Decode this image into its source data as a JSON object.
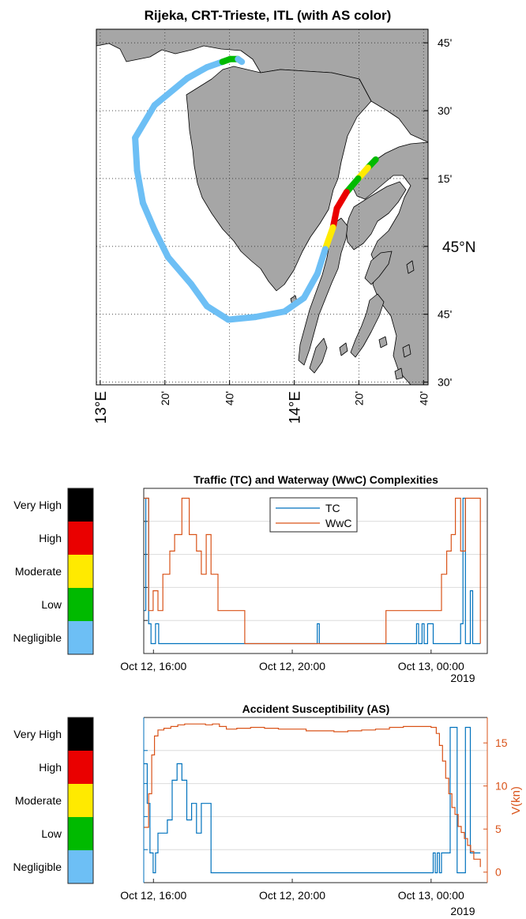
{
  "colors": {
    "tc": "#0072BD",
    "wwc": "#D95319",
    "land": "#A6A6A6",
    "sea": "#FFFFFF",
    "negligible": "#6DBFF5",
    "low": "#00BA00",
    "moderate": "#FFEA00",
    "high": "#EA0000",
    "very_high": "#000000",
    "grid": "#DCDCDC",
    "axis": "#262626"
  },
  "level_labels": [
    "Negligible",
    "Low",
    "Moderate",
    "High",
    "Very High"
  ],
  "chart_data": [
    {
      "type": "map",
      "title": "Rijeka, CRT-Trieste, ITL (with AS color)",
      "xlim": [
        12.98,
        14.69
      ],
      "ylim": [
        44.49,
        45.8
      ],
      "right_tick_labels": [
        {
          "value": 45.75,
          "label": "45'"
        },
        {
          "value": 45.5,
          "label": "30'"
        },
        {
          "value": 45.25,
          "label": "15'"
        },
        {
          "value": 45.0,
          "label": "45°N"
        },
        {
          "value": 44.75,
          "label": "45'"
        },
        {
          "value": 44.5,
          "label": "30'"
        }
      ],
      "bottom_tick_labels": [
        {
          "value": 13.0,
          "label": "13°E"
        },
        {
          "value": 13.3333,
          "label": "20'"
        },
        {
          "value": 13.6667,
          "label": "40'"
        },
        {
          "value": 14.0,
          "label": "14°E"
        },
        {
          "value": 14.3333,
          "label": "20'"
        },
        {
          "value": 14.6667,
          "label": "40'"
        }
      ],
      "route": {
        "lon": [
          14.42,
          14.38,
          14.33,
          14.27,
          14.22,
          14.2,
          14.16,
          14.12,
          14.05,
          13.95,
          13.8,
          13.66,
          13.55,
          13.47,
          13.35,
          13.28,
          13.22,
          13.19,
          13.18,
          13.28,
          13.45,
          13.55,
          13.63,
          13.67,
          13.71,
          13.73
        ],
        "lat": [
          45.32,
          45.29,
          45.25,
          45.2,
          45.14,
          45.07,
          44.99,
          44.9,
          44.81,
          44.76,
          44.74,
          44.73,
          44.78,
          44.86,
          44.96,
          45.06,
          45.16,
          45.28,
          45.4,
          45.52,
          45.62,
          45.66,
          45.68,
          45.69,
          45.69,
          45.68
        ],
        "as_level": [
          1,
          2,
          1,
          3,
          3,
          2,
          0,
          0,
          0,
          0,
          0,
          0,
          0,
          0,
          0,
          0,
          0,
          0,
          0,
          0,
          0,
          0,
          1,
          1,
          0,
          1
        ]
      }
    },
    {
      "type": "line",
      "title": "Traffic (TC) and Waterway (WwC) Complexities",
      "x_tick_labels": [
        "Oct 12, 16:00",
        "Oct 12, 20:00",
        "Oct 13, 00:00"
      ],
      "x_tick_values": [
        16,
        20,
        24
      ],
      "x_secondary_label": "2019",
      "xlim": [
        15.72,
        25.62
      ],
      "ylim": [
        0,
        5
      ],
      "legend": {
        "position": "top",
        "entries": [
          "TC",
          "WwC"
        ]
      },
      "series": [
        {
          "name": "TC",
          "x": [
            15.72,
            15.78,
            15.86,
            15.93,
            16.06,
            16.15,
            16.84,
            17.3,
            17.86,
            18.63,
            20.65,
            20.72,
            20.78,
            22.7,
            23.52,
            23.58,
            23.64,
            23.74,
            23.8,
            23.9,
            24.06,
            24.3,
            24.75,
            24.85,
            24.92,
            24.99,
            25.13,
            25.2,
            25.42
          ],
          "y": [
            1.3,
            4.7,
            0.9,
            0.3,
            0.9,
            0.3,
            0.3,
            0.3,
            0.3,
            0.3,
            0.3,
            0.9,
            0.3,
            0.3,
            0.3,
            0.9,
            0.3,
            0.9,
            0.3,
            0.9,
            0.3,
            0.3,
            0.3,
            0.9,
            4.7,
            0.3,
            1.9,
            0.3,
            0.3
          ]
        },
        {
          "name": "WwC",
          "x": [
            15.72,
            15.86,
            15.99,
            16.13,
            16.27,
            16.47,
            16.61,
            16.82,
            17.03,
            17.24,
            17.38,
            17.52,
            17.66,
            17.86,
            18.63,
            19.5,
            20.65,
            21.5,
            22.7,
            23.52,
            24.06,
            24.3,
            24.45,
            24.58,
            24.7,
            24.85,
            24.99,
            25.13,
            25.42
          ],
          "y": [
            4.7,
            1.3,
            1.9,
            1.3,
            2.4,
            3.1,
            3.6,
            4.7,
            3.6,
            3.1,
            2.4,
            3.6,
            2.4,
            1.3,
            0.3,
            0.3,
            0.3,
            0.3,
            1.3,
            1.3,
            1.3,
            2.4,
            3.1,
            3.6,
            4.7,
            3.1,
            4.7,
            4.7,
            0.3
          ]
        }
      ]
    },
    {
      "type": "line",
      "title": "Accident Susceptibility (AS)",
      "x_tick_labels": [
        "Oct 12, 16:00",
        "Oct 12, 20:00",
        "Oct 13, 00:00"
      ],
      "x_tick_values": [
        16,
        20,
        24
      ],
      "x_secondary_label": "2019",
      "xlim": [
        15.72,
        25.62
      ],
      "ylim_left": [
        0,
        5
      ],
      "ylim_right": [
        -1.22,
        17.95
      ],
      "ylabel_right": "V(kn)",
      "right_tick_values": [
        0,
        5,
        10,
        15
      ],
      "series": [
        {
          "name": "AS",
          "x": [
            15.72,
            15.82,
            15.9,
            15.99,
            16.06,
            16.13,
            16.27,
            16.4,
            16.54,
            16.68,
            16.82,
            16.96,
            17.1,
            17.24,
            17.38,
            17.52,
            17.66,
            17.86,
            18.0,
            20.0,
            22.0,
            24.06,
            24.12,
            24.18,
            24.24,
            24.3,
            24.38,
            24.55,
            24.75,
            24.99,
            25.13,
            25.2,
            25.42
          ],
          "y": [
            3.6,
            2.4,
            0.9,
            0.3,
            0.9,
            1.5,
            1.5,
            1.9,
            3.1,
            3.6,
            3.1,
            1.9,
            2.4,
            1.5,
            2.4,
            2.4,
            0.3,
            0.3,
            0.3,
            0.3,
            0.3,
            0.9,
            0.3,
            0.9,
            0.3,
            0.9,
            0.9,
            4.7,
            0.3,
            4.7,
            0.9,
            0.9,
            0.9
          ]
        },
        {
          "name": "V(kn)",
          "axis": "right",
          "x": [
            15.72,
            15.86,
            15.95,
            16.03,
            16.13,
            16.3,
            16.5,
            16.7,
            16.9,
            17.1,
            17.3,
            17.5,
            17.7,
            17.9,
            18.1,
            18.4,
            18.8,
            19.2,
            19.6,
            20.0,
            20.4,
            20.8,
            21.2,
            21.6,
            22.0,
            22.4,
            22.8,
            23.2,
            23.6,
            24.0,
            24.06,
            24.15,
            24.24,
            24.33,
            24.42,
            24.51,
            24.6,
            24.69,
            24.78,
            24.87,
            24.96,
            25.05,
            25.14,
            25.23,
            25.42
          ],
          "y": [
            5.2,
            9.1,
            13.6,
            15.8,
            16.5,
            16.7,
            16.9,
            17.1,
            17.2,
            17.2,
            17.2,
            17.1,
            17.2,
            16.9,
            16.6,
            16.7,
            16.8,
            16.7,
            16.6,
            16.6,
            16.4,
            16.4,
            16.3,
            16.4,
            16.5,
            16.6,
            16.8,
            16.9,
            16.9,
            16.8,
            16.8,
            16.1,
            14.7,
            12.9,
            10.9,
            9.1,
            7.5,
            6.7,
            5.3,
            4.6,
            3.9,
            3.1,
            2.4,
            1.5,
            0.6
          ]
        }
      ]
    }
  ]
}
